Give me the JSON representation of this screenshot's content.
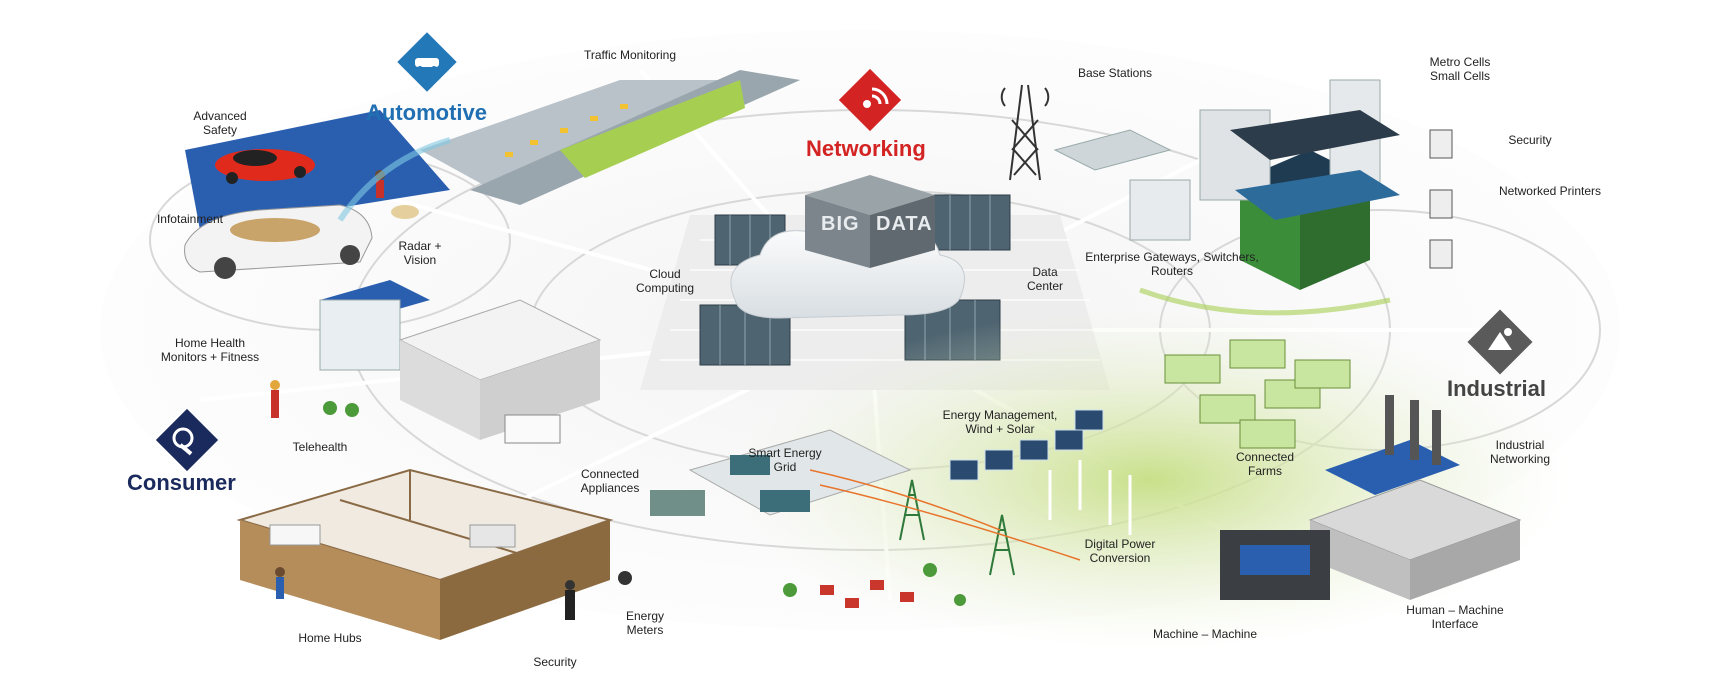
{
  "title_partial": "",
  "sectors": {
    "automotive": "Automotive",
    "networking": "Networking",
    "industrial": "Industrial",
    "consumer": "Consumer"
  },
  "bigdata": {
    "word1": "BIG",
    "word2": "DATA"
  },
  "labels": {
    "traffic_monitoring": "Traffic Monitoring",
    "advanced_safety": "Advanced\nSafety",
    "infotainment": "Infotainment",
    "radar_vision": "Radar +\nVision",
    "base_stations": "Base Stations",
    "metro_cells": "Metro Cells\nSmall Cells",
    "security_top": "Security",
    "networked_printers": "Networked Printers",
    "enterprise_gateways": "Enterprise Gateways, Switchers,\nRouters",
    "cloud_computing": "Cloud\nComputing",
    "data_center": "Data\nCenter",
    "home_health": "Home Health\nMonitors + Fitness",
    "telehealth": "Telehealth",
    "connected_appliances": "Connected\nAppliances",
    "smart_energy_grid": "Smart Energy\nGrid",
    "energy_management": "Energy Management,\nWind + Solar",
    "connected_farms": "Connected\nFarms",
    "industrial_networking": "Industrial\nNetworking",
    "digital_power": "Digital Power\nConversion",
    "home_hubs": "Home Hubs",
    "security_bottom": "Security",
    "energy_meters": "Energy\nMeters",
    "machine_machine": "Machine – Machine",
    "human_machine": "Human – Machine\nInterface"
  },
  "colors": {
    "automotive": "#1f6fb2",
    "networking": "#d32323",
    "industrial": "#555555",
    "consumer": "#1b2a5c",
    "grass": "#a6cf52",
    "server": "#4e6470"
  }
}
